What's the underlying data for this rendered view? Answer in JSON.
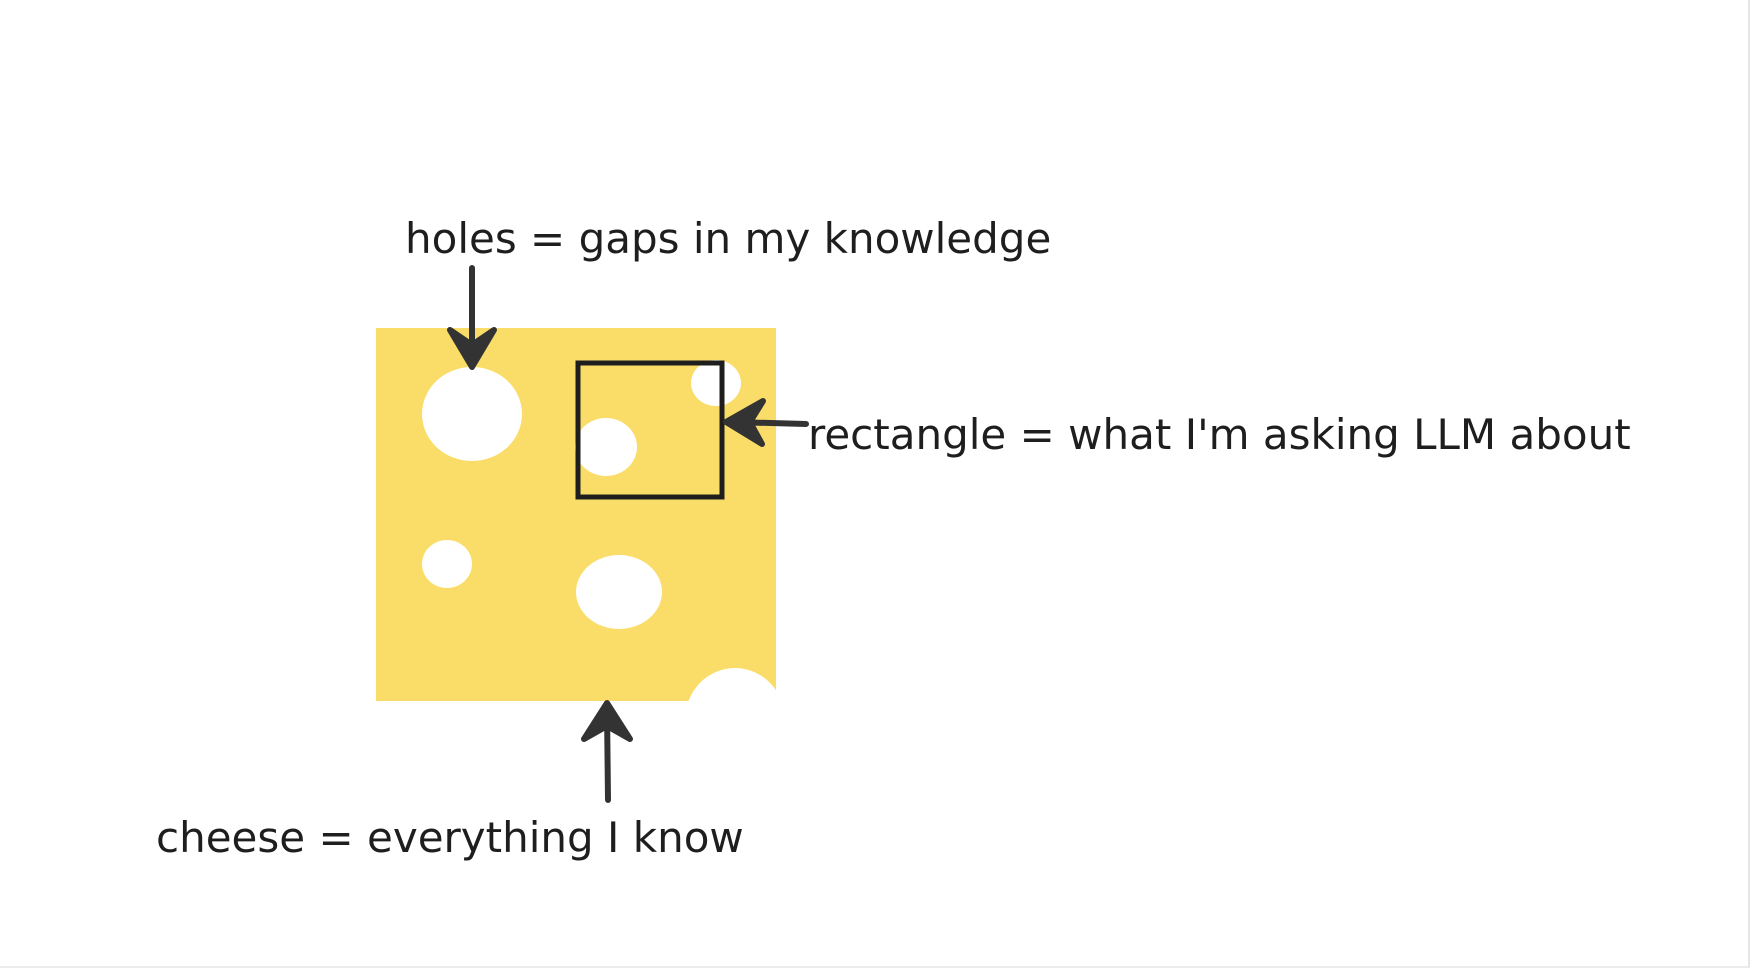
{
  "labels": {
    "holes": "holes = gaps in my knowledge",
    "rectangle": "rectangle = what I'm asking LLM about",
    "cheese": "cheese = everything I know"
  },
  "colors": {
    "cheese": "#fadd68",
    "stroke": "#1e1e1e",
    "arrow": "#333333"
  }
}
